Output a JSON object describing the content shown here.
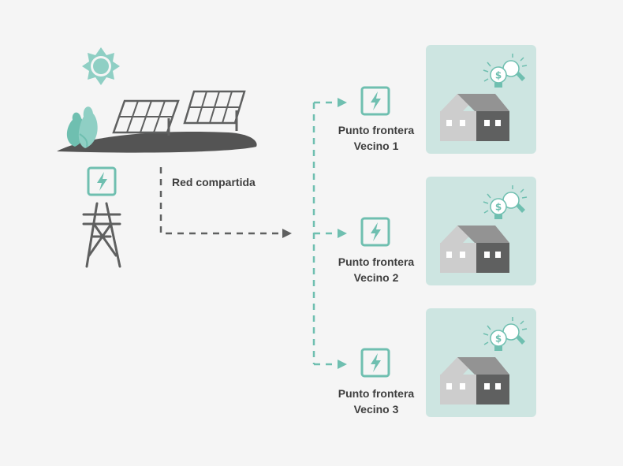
{
  "colors": {
    "background": "#f5f5f5",
    "teal": "#6fbfb0",
    "teal_light": "#cde5e1",
    "dark_gray": "#5f6060",
    "mid_gray": "#939393",
    "light_gray": "#cdcdcd",
    "ground": "#545454",
    "text": "#3f3f3f"
  },
  "icons": {
    "sun": "sun-icon",
    "trees": "tree-icon",
    "solar_panels": "solar-panel-icon",
    "meter": "energy-meter-icon",
    "tower": "transmission-tower-icon",
    "house": "house-icon",
    "bulbs": "lightbulb-dollar-icon"
  },
  "diagram": {
    "shared_network_label": "Red compartida",
    "neighbors": [
      {
        "line1": "Punto frontera",
        "line2": "Vecino 1"
      },
      {
        "line1": "Punto frontera",
        "line2": "Vecino 2"
      },
      {
        "line1": "Punto frontera",
        "line2": "Vecino 3"
      }
    ]
  }
}
